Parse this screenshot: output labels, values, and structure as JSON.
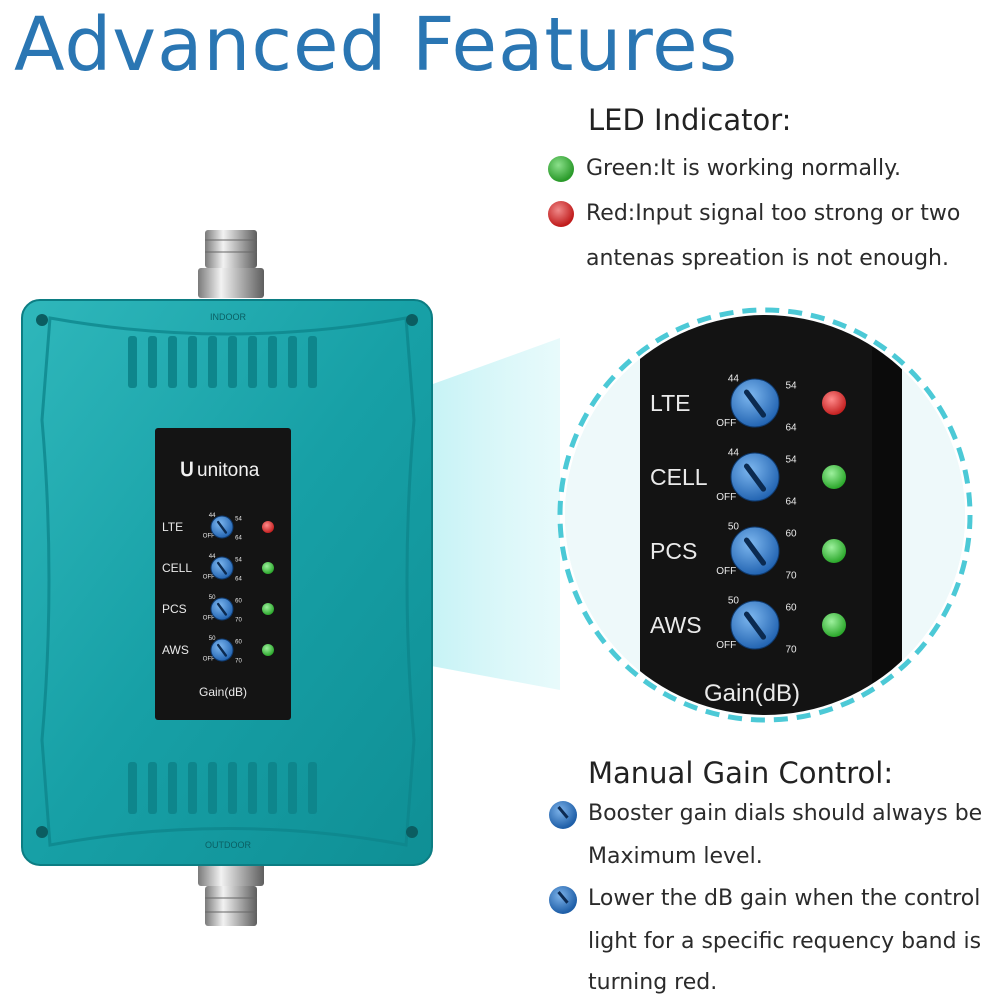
{
  "title": "Advanced Features",
  "led_section": {
    "heading": "LED Indicator:",
    "green_line": "Green:It is working normally.",
    "red_line1": "Red:Input signal too strong or two",
    "red_line2": "antenas spreation is not enough."
  },
  "gain_section": {
    "heading": "Manual Gain Control:",
    "item1_line1": "Booster gain dials should always be at",
    "item1_line2": "Maximum level.",
    "item2_line1": "Lower the dB gain when the control",
    "item2_line2": "light for a specific requency band is",
    "item2_line3": "turning red."
  },
  "device": {
    "brand": "unitona",
    "top_port_label": "INDOOR",
    "bottom_port_label": "OUTDOOR",
    "bands": [
      "LTE",
      "CELL",
      "PCS",
      "AWS"
    ],
    "gain_label": "Gain(dB)",
    "dial_marks": [
      {
        "left": "44",
        "right": "54",
        "min": "OFF",
        "max": "64"
      },
      {
        "left": "44",
        "right": "54",
        "min": "OFF",
        "max": "64"
      },
      {
        "left": "50",
        "right": "60",
        "min": "OFF",
        "max": "70"
      },
      {
        "left": "50",
        "right": "60",
        "min": "OFF",
        "max": "70"
      }
    ],
    "led_states": [
      "red",
      "green",
      "green",
      "green"
    ]
  },
  "colors": {
    "title": "#2a76b3",
    "housing": "#1aa3a8",
    "led_red": "#d62828",
    "led_green": "#3ec43e",
    "knob": "#2f7fd4",
    "dashed_circle": "#4cc9d6"
  }
}
